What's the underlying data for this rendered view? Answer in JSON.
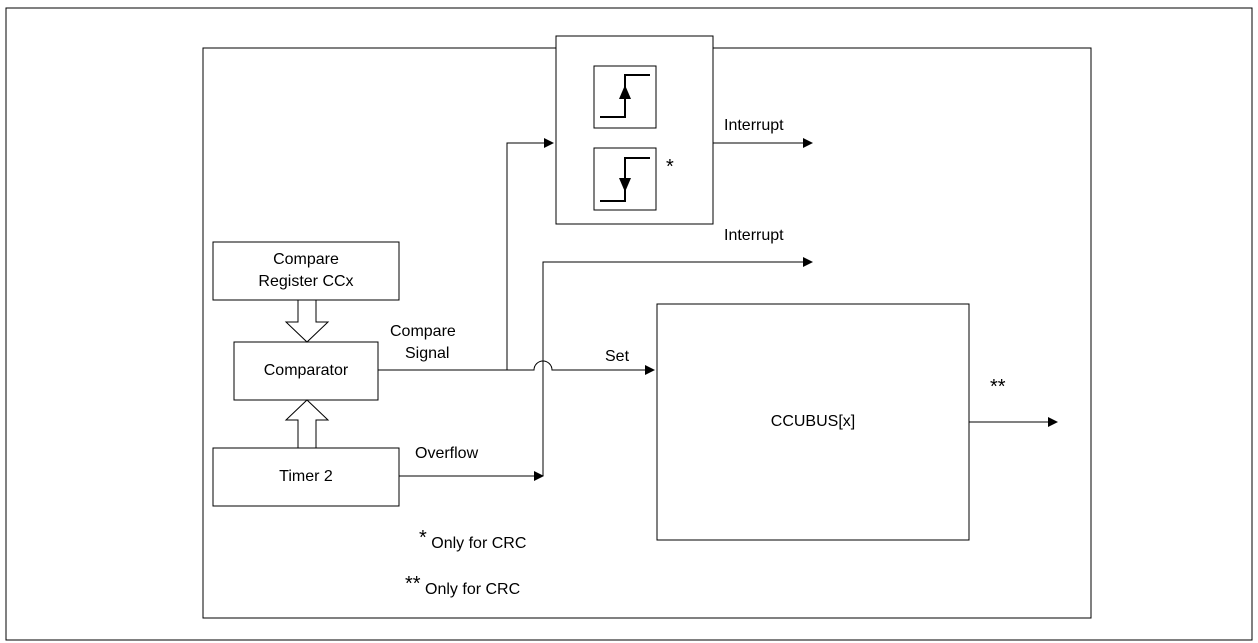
{
  "blocks": {
    "compare_register": {
      "line1": "Compare",
      "line2": "Register CCx"
    },
    "comparator": "Comparator",
    "timer": "Timer 2",
    "ccubus": "CCUBUS[x]"
  },
  "signals": {
    "compare_line1": "Compare",
    "compare_line2": "Signal",
    "overflow": "Overflow",
    "set": "Set",
    "interrupt_top": "Interrupt",
    "interrupt_mid": "Interrupt",
    "ccubus_mark": "**",
    "falling_edge_mark": "*"
  },
  "notes": [
    {
      "mark": "*",
      "text": "Only for CRC"
    },
    {
      "mark": "**",
      "text": "Only for CRC"
    }
  ]
}
